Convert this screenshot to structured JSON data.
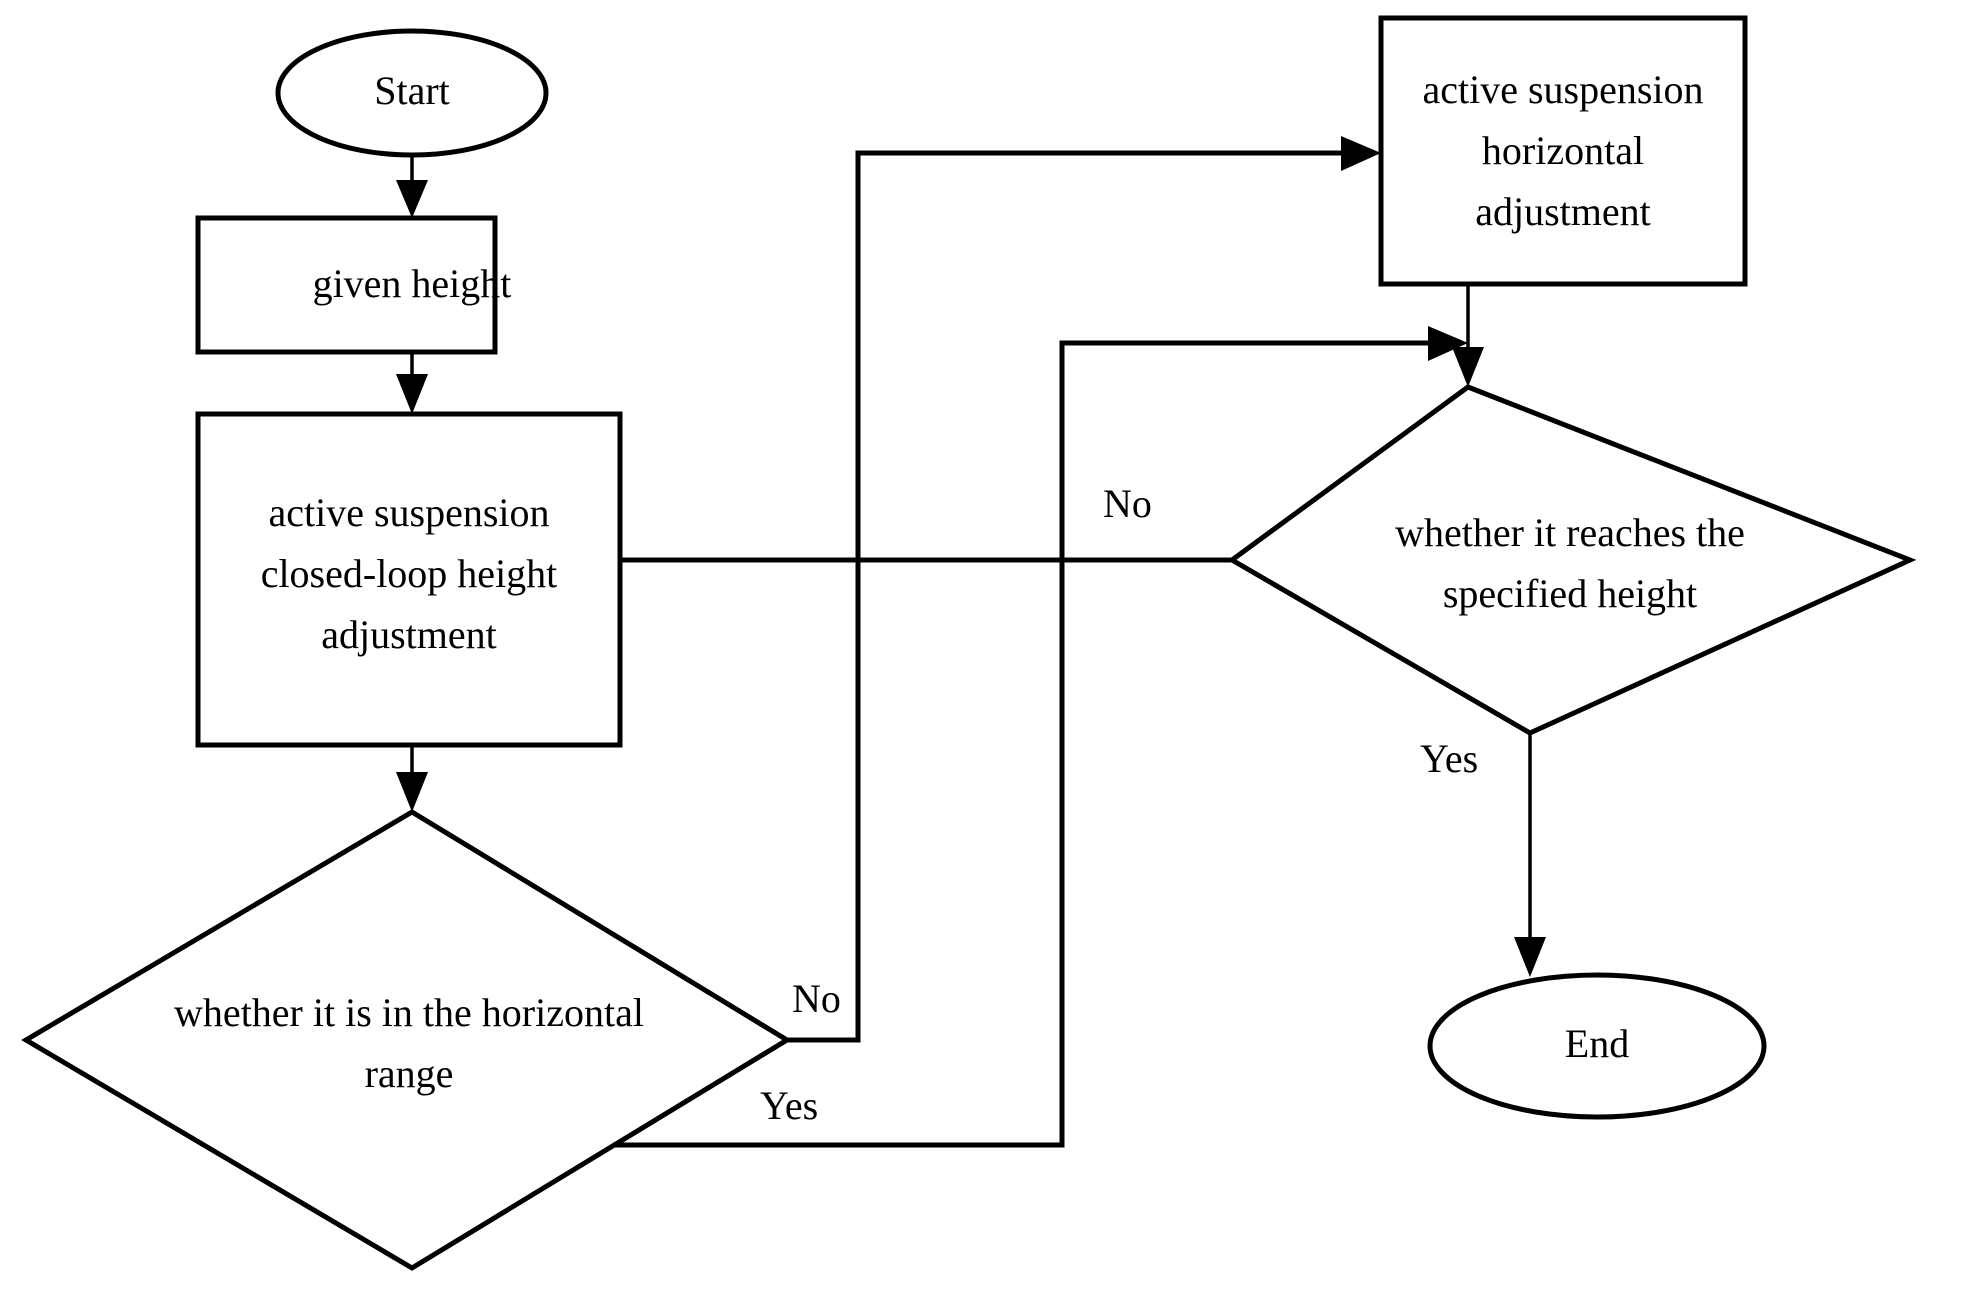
{
  "diagram": {
    "title": "active suspension height and horizontal adjustment control flowchart",
    "background_color": "#ffffff",
    "line_color": "#000000",
    "text_color": "#000000",
    "nodes": {
      "start": {
        "label": "Start",
        "shape": "ellipse"
      },
      "given_height": {
        "label": "given height",
        "shape": "rectangle"
      },
      "closed_loop": {
        "shape": "rectangle",
        "line1": "active suspension",
        "line2": "closed-loop height",
        "line3": "adjustment"
      },
      "horizontal_decision": {
        "shape": "diamond",
        "line1": "whether it is in the horizontal",
        "line2": "range"
      },
      "horizontal_adjust": {
        "shape": "rectangle",
        "line1": "active suspension",
        "line2": "horizontal",
        "line3": "adjustment"
      },
      "height_decision": {
        "shape": "diamond",
        "line1": "whether it reaches the",
        "line2": "specified height"
      },
      "end": {
        "label": "End",
        "shape": "ellipse"
      }
    },
    "edge_labels": {
      "horizontal_no": "No",
      "horizontal_yes": "Yes",
      "height_no": "No",
      "height_yes": "Yes"
    }
  }
}
